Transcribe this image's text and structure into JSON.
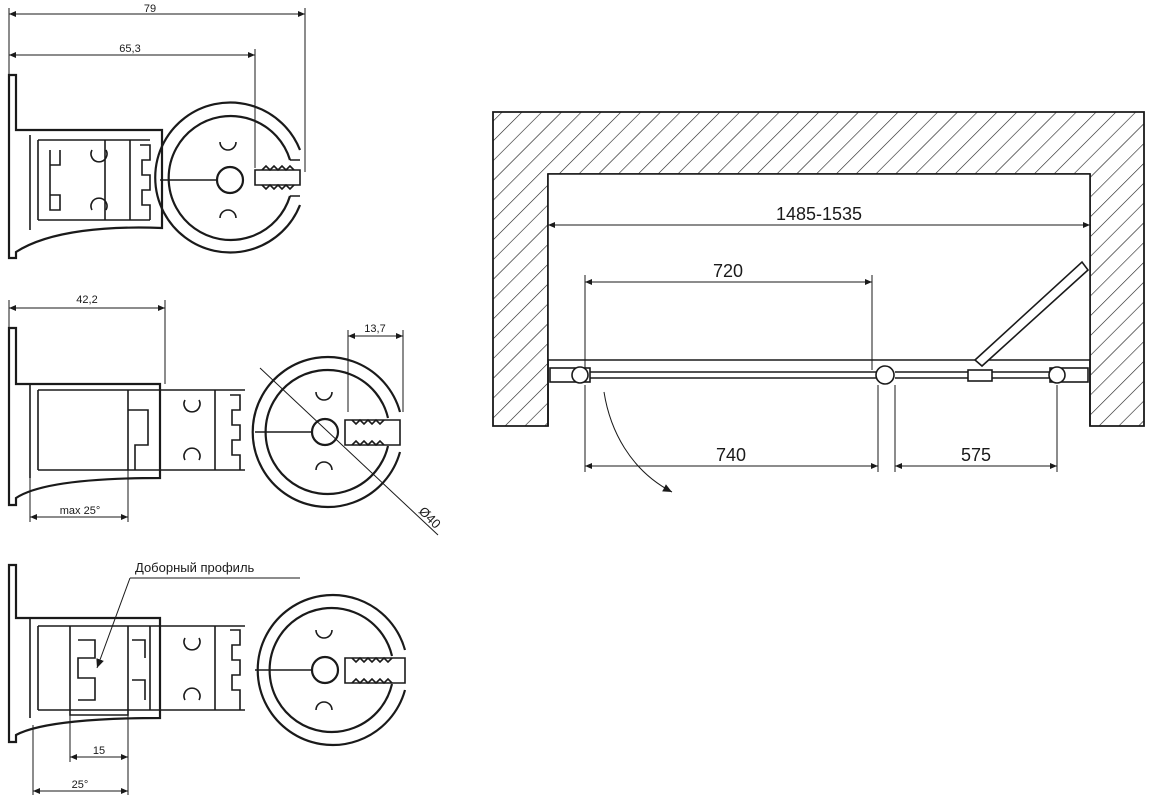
{
  "profile_top": {
    "dim_total": "79",
    "dim_inner": "65,3"
  },
  "profile_middle": {
    "dim_width": "42,2",
    "dim_gap": "13,7",
    "dim_diameter": "Ø40",
    "dim_angle": "max 25°"
  },
  "profile_bottom": {
    "label": "Доборный профиль",
    "dim_inner": "15",
    "dim_outer": "25°"
  },
  "plan": {
    "dim_overall": "1485-1535",
    "dim_panel_top": "720",
    "dim_left": "740",
    "dim_right": "575"
  }
}
